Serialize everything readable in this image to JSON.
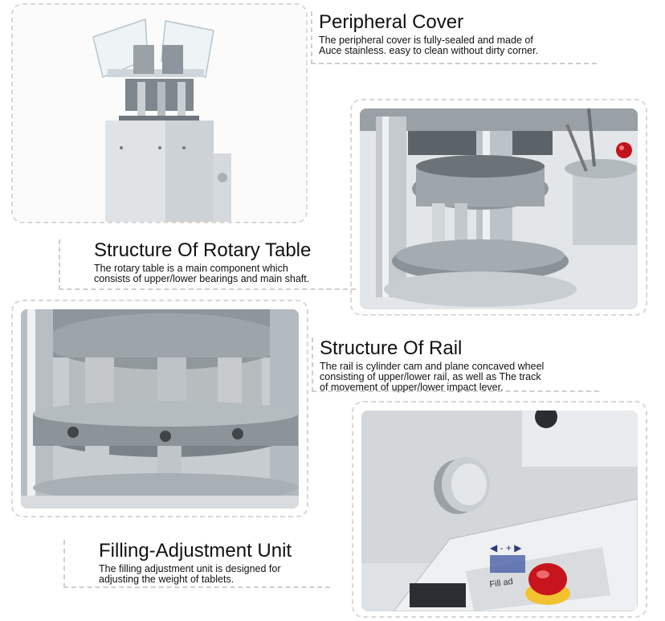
{
  "sections": [
    {
      "title": "Peripheral Cover",
      "desc_lines": [
        "The peripheral cover is fully-sealed and made of",
        "Auce stainless. easy to clean without dirty corner."
      ]
    },
    {
      "title": "Structure Of Rotary Table",
      "desc_lines": [
        "The rotary table is a main component which",
        "consists of upper/lower bearings and main shaft."
      ]
    },
    {
      "title": "Structure Of Rail",
      "desc_lines": [
        "The rail is cylinder cam and plane concaved wheel",
        "consisting of upper/lower rail, as well as The track",
        "of movement of upper/lower impact lever."
      ]
    },
    {
      "title": "Filling-Adjustment Unit",
      "desc_lines": [
        "The filling adjustment unit is designed for",
        "adjusting the weight of tablets."
      ]
    }
  ],
  "panel_text": "Fill ad"
}
